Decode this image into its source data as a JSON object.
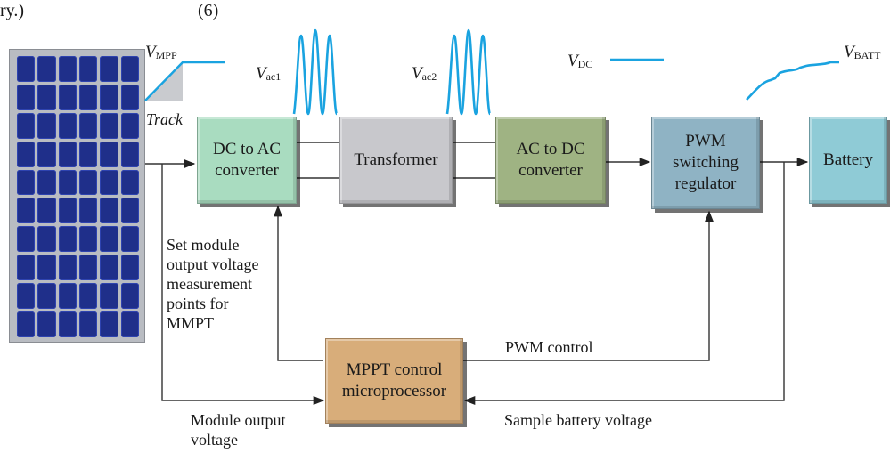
{
  "header": {
    "left_fragment": "ry.)",
    "figure_number": "(6)"
  },
  "panel": {
    "track_label": "Track"
  },
  "signals": {
    "vmpp": {
      "symbol": "V",
      "sub": "MPP"
    },
    "vac1": {
      "symbol": "V",
      "sub": "ac1"
    },
    "vac2": {
      "symbol": "V",
      "sub": "ac2"
    },
    "vdc": {
      "symbol": "V",
      "sub": "DC"
    },
    "vbatt": {
      "symbol": "V",
      "sub": "BATT"
    }
  },
  "blocks": {
    "dc_ac": {
      "label": "DC to AC\nconverter",
      "color": "#a9dcc0"
    },
    "transformer": {
      "label": "Transformer",
      "color": "#c8c8cc"
    },
    "ac_dc": {
      "label": "AC to DC\nconverter",
      "color": "#9fb383"
    },
    "pwm": {
      "label": "PWM\nswitching\nregulator",
      "color": "#8fb3c4"
    },
    "battery": {
      "label": "Battery",
      "color": "#8fcbd6"
    },
    "mppt": {
      "label": "MPPT control\nmicroprocessor",
      "color": "#d8ad7a"
    }
  },
  "annotations": {
    "set_module": "Set module\noutput voltage\nmeasurement\npoints for\nMMPT",
    "pwm_control": "PWM control",
    "module_output": "Module output\nvoltage",
    "sample_battery": "Sample battery voltage"
  },
  "colors": {
    "waveform": "#1aa3e0",
    "panel_cell": "#1f2f8a",
    "panel_frame": "#b9bcc2"
  }
}
